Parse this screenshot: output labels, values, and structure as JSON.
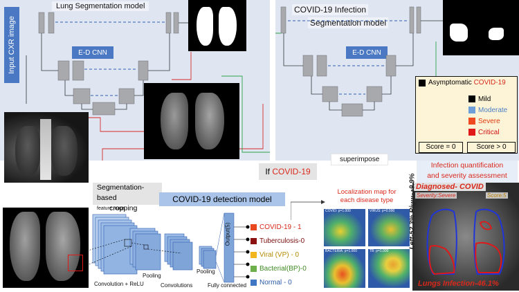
{
  "left_axis_label": "Input CXR image",
  "lung_model": {
    "title": "Lung Segmentation model",
    "arch": "E-D CNN"
  },
  "covid_model": {
    "title_line1": "COVID-19 Infection",
    "title_line2": "Segmentation model",
    "arch": "E-D CNN"
  },
  "if_covid": {
    "prefix": "If ",
    "highlight": "COVID-19"
  },
  "superimpose": "superimpose",
  "segmentation_cropping": {
    "line1": "Segmentation-based",
    "line2": "cropping"
  },
  "detection_title": "COVID-19 detection model",
  "cnn_labels": {
    "feature_maps": "feature maps",
    "pooling1": "Pooling",
    "pooling2": "Pooling",
    "conv_relu": "Convolution + ReLU",
    "convolutions": "Convolutions",
    "fully_connected": "Fully connected",
    "output": "Output(5)"
  },
  "classes": [
    {
      "label": "COVID-19 - 1",
      "color": "#e8481e",
      "text_color": "#d9281b"
    },
    {
      "label": "Tuberculosis-0",
      "color": "#8b1010",
      "text_color": "#7a0c0c"
    },
    {
      "label": "Viral (VP) - 0",
      "color": "#f2b51c",
      "text_color": "#b58a00"
    },
    {
      "label": "Bacterial(BP)-0",
      "color": "#6db04b",
      "text_color": "#3f8a24"
    },
    {
      "label": "Normal - 0",
      "color": "#3f77c4",
      "text_color": "#2a5ca8"
    }
  ],
  "localization": {
    "title_line1": "Localization map for",
    "title_line2": "each disease type",
    "maps": [
      {
        "caption": "COVID: p=1.000"
      },
      {
        "caption": "VIRUS: p=0.990"
      },
      {
        "caption": "BACTERIA: p=1.000"
      },
      {
        "caption": "TB: p=1.000"
      }
    ]
  },
  "severity": {
    "asymptomatic_prefix": "Asymptomatic ",
    "asymptomatic_highlight": "COVID-19",
    "levels": [
      {
        "label": "Mild",
        "color": "#000000",
        "text_color": "#111111"
      },
      {
        "label": "Moderate",
        "color": "#6f9fd8",
        "text_color": "#4a7fc4"
      },
      {
        "label": "Severe",
        "color": "#f04a20",
        "text_color": "#e03a10"
      },
      {
        "label": "Critical",
        "color": "#e01818",
        "text_color": "#d01010"
      }
    ],
    "score_zero": "Score = 0",
    "score_positive": "Score > 0"
  },
  "quantification": {
    "line1": "Infection quantification",
    "line2": "and severity assessment"
  },
  "diagnosis": {
    "diagnosed_prefix": "Diagnosed-",
    "diagnosed_value": " COVID",
    "severity_text": "Severity:Severe",
    "score_text": "Score:5",
    "side_text": "Left-52.3% Right-39.9%",
    "lungs_infection": "Lungs Infection-46.1%"
  }
}
